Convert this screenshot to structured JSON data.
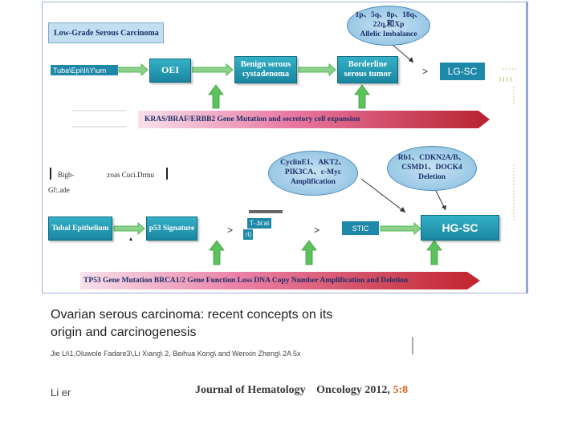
{
  "diagram": {
    "lgsc": {
      "title": "Low-Grade Serous Carcinoma",
      "imbalance": [
        "1p、5q、8p、18q、",
        "22q,和Xp",
        "Allelic Imbalance"
      ],
      "ocr_left": "Tuba\\Epi\\Ii\\Y\\um",
      "oei": "OEI",
      "benign": [
        "Benign serous",
        "cystadenoma"
      ],
      "borderline": [
        "Borderline",
        "serous tumor"
      ],
      "arrow_glyph": ">",
      "lgsc_label": "LG-SC",
      "right_fragment": "I I I I",
      "band": "KRAS/BRAF/ERBB2 Gene Mutation  and secretory cell expansion"
    },
    "hgsc": {
      "left_ocr_1": "Bigb-",
      "left_ocr_2": ":roas Cuci.Drmu",
      "left_ocr_3": "Gf:.ade",
      "cyclin": [
        "CyclinE1、AKT2、",
        "PIK3CA、c-Myc",
        "Amplification"
      ],
      "rb1": [
        "Rb1、CDKN2A/B、",
        "CSMD1、DOCK4",
        "Deletion"
      ],
      "tubal": "Tubal Epithelium",
      "p53": "p53 Signature",
      "chip_tubal": "T-.bi:al",
      "chip_lo": "ri)",
      "stic": "STIC",
      "arrow_glyph": ">",
      "hgsc_label": "HG-SC",
      "dots": "· · ·",
      "band": "TP53 Gene Mutation    BRCA1/2 Gene Function Loss    DNA Copy Number Amplification and Deletion"
    }
  },
  "caption": {
    "title_line1": "Ovarian  serous carcinoma:  recent concepts  on  its",
    "title_line2": "origin and carcinogenesis",
    "authors": "Jie Li\\1,Oluwole Fadare3\\,Li Xiang\\ 2, Beihua Kong\\  and Wenxin Zheng\\  2A 5x",
    "short": "Li er",
    "journal": "Journal of Hematology",
    "journal_year": "Oncology 2012,",
    "journal_vol": "5:8"
  },
  "colors": {
    "box_teal": "#1e92ad",
    "ellipse_blue": "#a9d0ea",
    "band_dark_red": "#c0392b",
    "band_light_pink": "#f4cfe0",
    "arrow_green": "#4fb84f",
    "title_box": "#c3def0"
  }
}
